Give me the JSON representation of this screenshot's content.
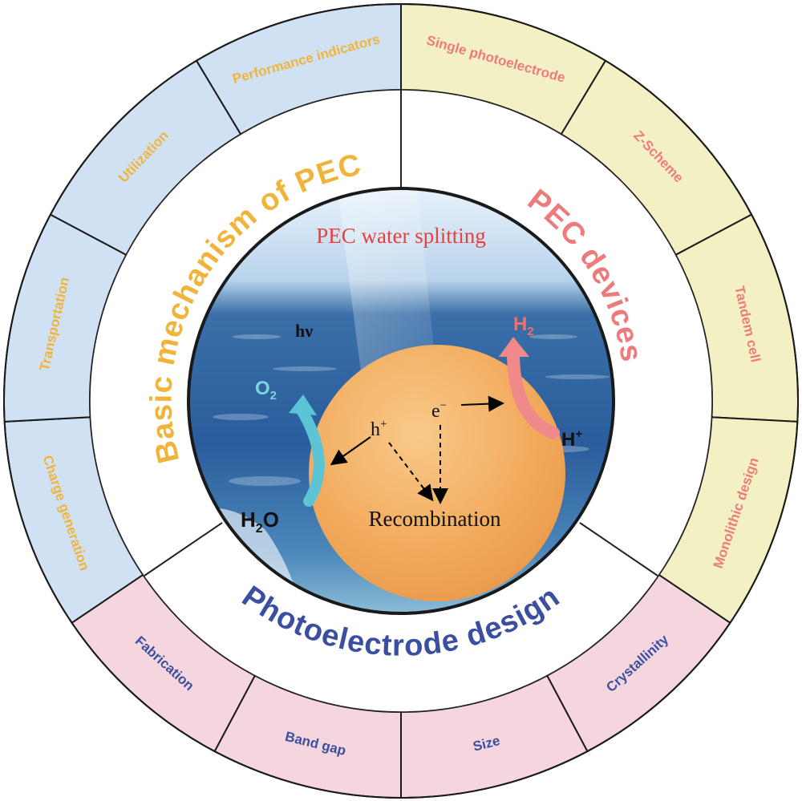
{
  "center": {
    "title": "PEC water splitting",
    "hv": "hν",
    "o2": "O",
    "o2_sub": "2",
    "h2": "H",
    "h2_sub": "2",
    "h2o_h": "H",
    "h2o_sub": "2",
    "h2o_o": "O",
    "hplus_h": "H",
    "hplus_sup": "+",
    "hole": "h",
    "hole_sup": "+",
    "electron": "e",
    "electron_sup": "−",
    "recombination": "Recombination"
  },
  "categories": {
    "mechanism": "Basic mechanism of PEC",
    "devices": "PEC devices",
    "design": "Photoelectrode design"
  },
  "segments": {
    "mechanism": [
      "Charge generation",
      "Transportation",
      "Utilization",
      "Performance indicators"
    ],
    "devices": [
      "Single photoelectrode",
      "Z-Scheme",
      "Tandem cell",
      "Monolithic design"
    ],
    "design": [
      "Crystallinity",
      "Size",
      "Band gap",
      "Fabrication"
    ]
  },
  "colors": {
    "mechanism_fill": "#cfe1f3",
    "mechanism_text": "#f0b43a",
    "devices_fill": "#f3f1c3",
    "devices_text": "#ee7b7b",
    "design_fill": "#f6d6de",
    "design_text": "#3b4fa0",
    "sphere": "#f5b062",
    "title_red": "#e8403a"
  }
}
